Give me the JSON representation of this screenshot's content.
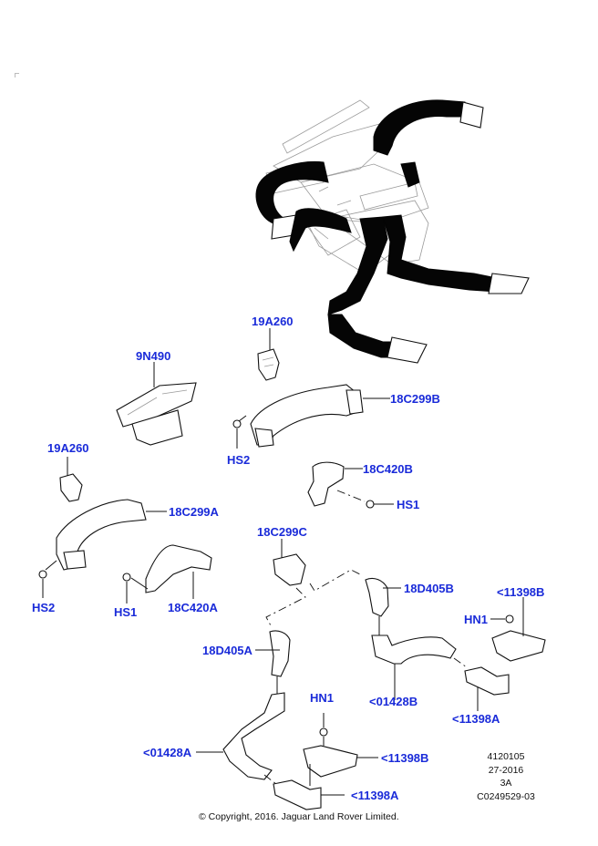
{
  "diagram": {
    "title": "Air distribution ducts - exploded parts diagram",
    "label_color": "#1a2bd9",
    "callouts": [
      {
        "id": "19A260_upper",
        "text": "19A260"
      },
      {
        "id": "18C299B",
        "text": "18C299B"
      },
      {
        "id": "HS2_upper",
        "text": "HS2"
      },
      {
        "id": "9N490",
        "text": "9N490"
      },
      {
        "id": "18C420B",
        "text": "18C420B"
      },
      {
        "id": "HS1_right",
        "text": "HS1"
      },
      {
        "id": "19A260_lower",
        "text": "19A260"
      },
      {
        "id": "18C299A",
        "text": "18C299A"
      },
      {
        "id": "18C299C",
        "text": "18C299C"
      },
      {
        "id": "18D405B",
        "text": "18D405B"
      },
      {
        "id": "11398B_upper",
        "text": "<11398B"
      },
      {
        "id": "HN1_upper",
        "text": "HN1"
      },
      {
        "id": "HS2_lower",
        "text": "HS2"
      },
      {
        "id": "HS1_left",
        "text": "HS1"
      },
      {
        "id": "18C420A",
        "text": "18C420A"
      },
      {
        "id": "18D405A",
        "text": "18D405A"
      },
      {
        "id": "01428B",
        "text": "<01428B"
      },
      {
        "id": "11398A_upper",
        "text": "<11398A"
      },
      {
        "id": "HN1_lower",
        "text": "HN1"
      },
      {
        "id": "01428A",
        "text": "<01428A"
      },
      {
        "id": "11398B_lower",
        "text": "<11398B"
      },
      {
        "id": "11398A_lower",
        "text": "<11398A"
      }
    ]
  },
  "meta": {
    "lines": [
      "4120105",
      "27-2016",
      "3A",
      "C0249529-03"
    ]
  },
  "footer": {
    "copyright": "© Copyright, 2016. Jaguar Land Rover Limited."
  }
}
